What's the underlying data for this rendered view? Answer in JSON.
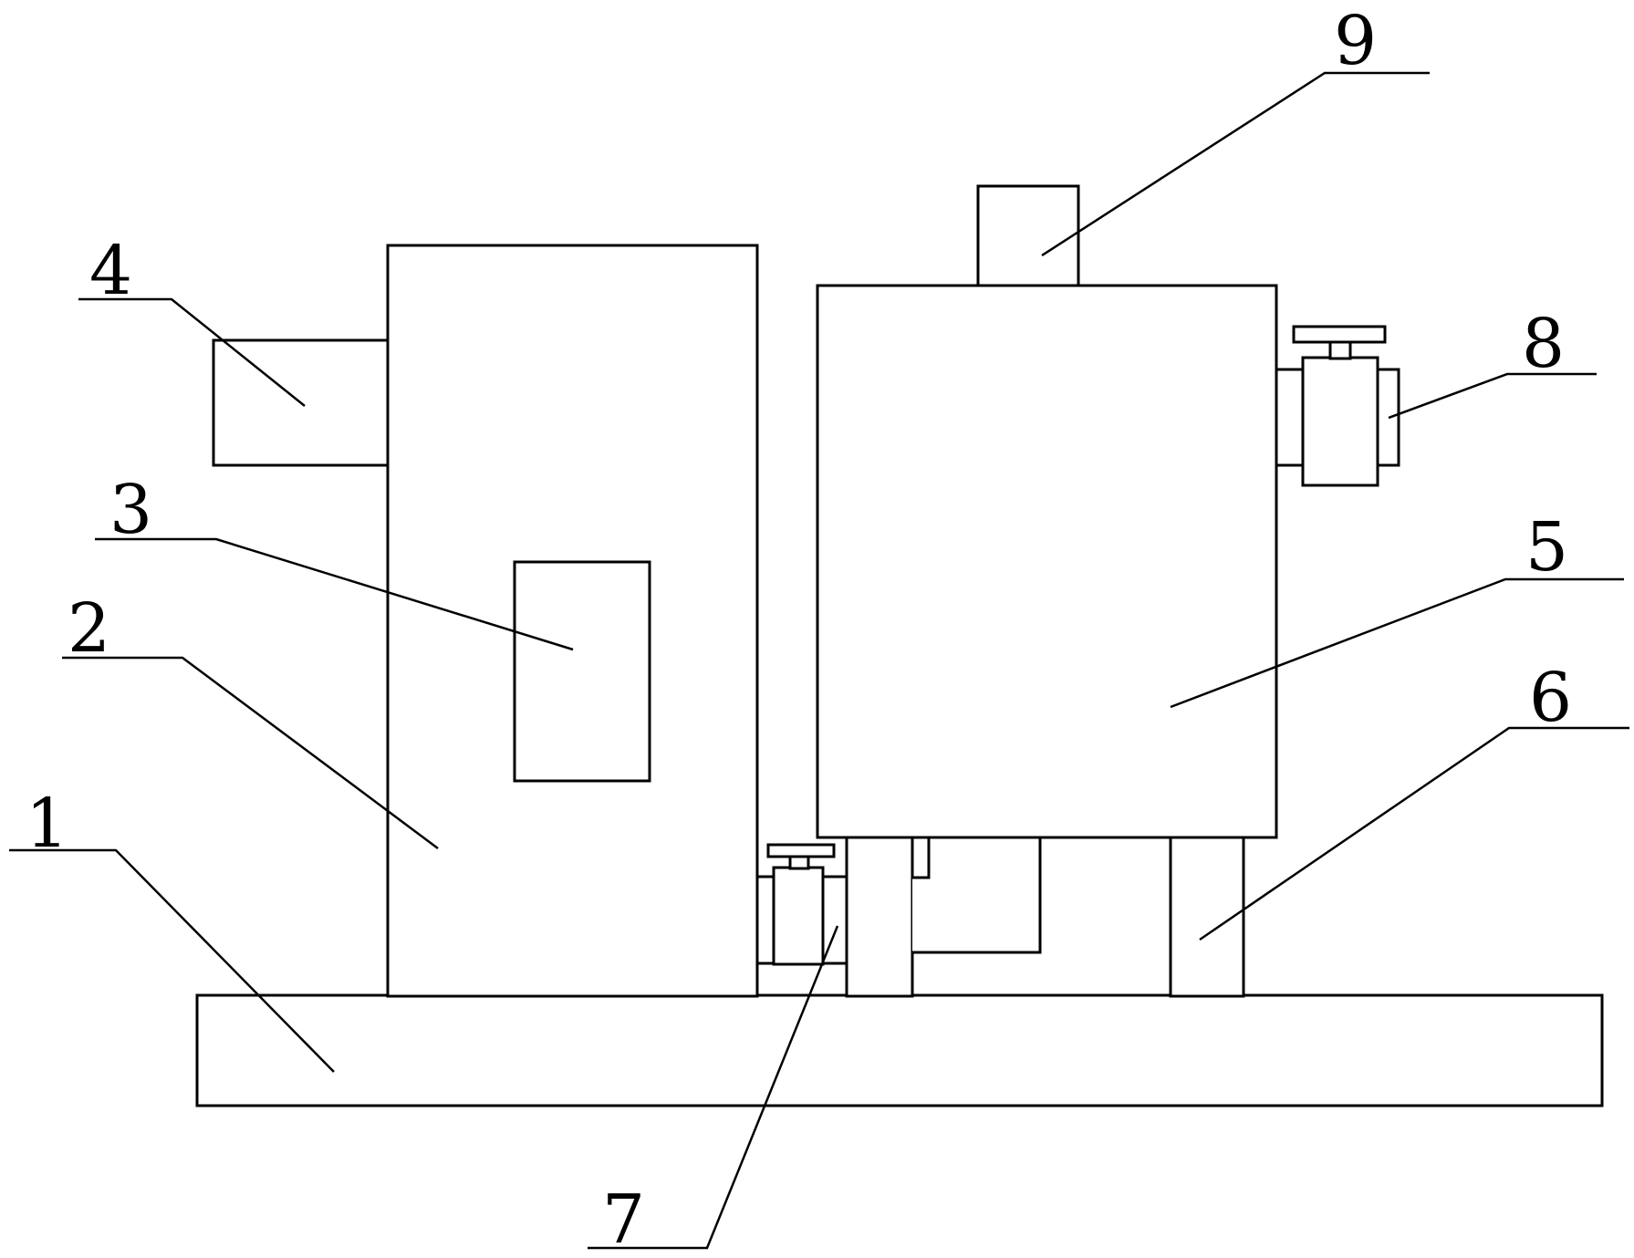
{
  "diagram": {
    "stroke_color": "#000000",
    "background_color": "#ffffff",
    "labels": {
      "l1": "1",
      "l2": "2",
      "l3": "3",
      "l4": "4",
      "l5": "5",
      "l6": "6",
      "l7": "7",
      "l8": "8",
      "l9": "9"
    }
  }
}
